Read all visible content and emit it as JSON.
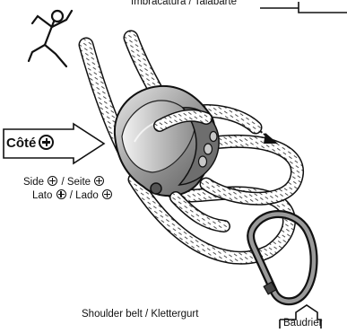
{
  "labels": {
    "top_rope": "Imbracatura / Talabarte",
    "cote": "Côté",
    "side_line1_a": "Side",
    "side_line1_b": "/ Seite",
    "side_line2_a": "Lato",
    "side_line2_b": "/ Lado",
    "bottom": "Shoulder belt / Klettergurt",
    "baudrier": "Baudrier"
  },
  "icons": {
    "side_marker": "circled-plus-icon",
    "climber": "climber-figure-icon",
    "pull_direction": "arrow-icon"
  }
}
